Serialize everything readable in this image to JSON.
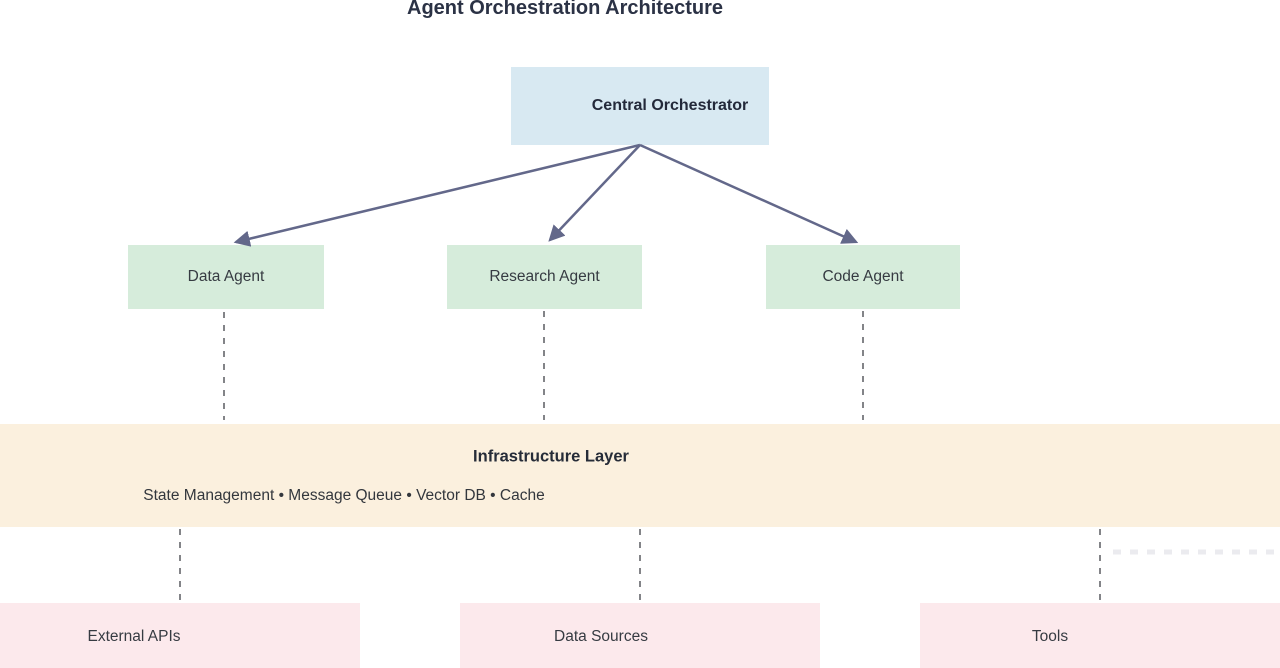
{
  "diagram": {
    "title": "Agent Orchestration Architecture",
    "orchestrator": {
      "label": "Central Orchestrator"
    },
    "agents": [
      {
        "label": "Data Agent"
      },
      {
        "label": "Research Agent"
      },
      {
        "label": "Code Agent"
      }
    ],
    "infrastructure": {
      "title": "Infrastructure Layer",
      "services": "State Management • Message Queue • Vector DB • Cache"
    },
    "resources": [
      {
        "label": "External APIs"
      },
      {
        "label": "Data Sources"
      },
      {
        "label": "Tools"
      }
    ],
    "colors": {
      "orchestrator_fill": "#d8e9f2",
      "agent_fill": "#d6ecdb",
      "infrastructure_fill": "#fbf0de",
      "resource_fill": "#fce9ec",
      "connector": "#63688a",
      "dashed_line": "#5a5b60",
      "title_text": "#2b3245",
      "label_text": "#363b42"
    }
  }
}
